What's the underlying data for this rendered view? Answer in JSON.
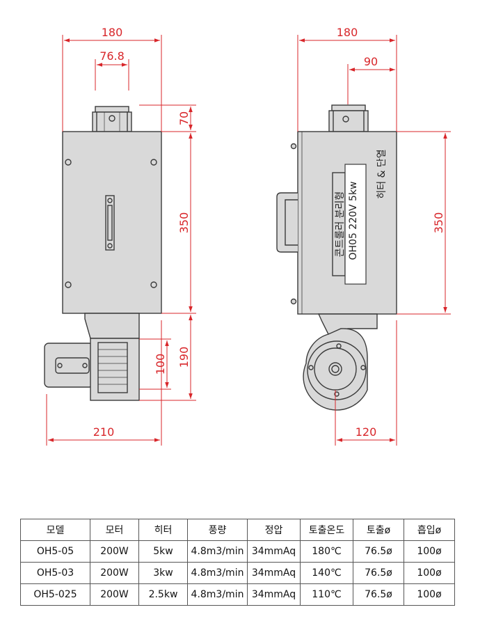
{
  "front_view": {
    "dim_width": "180",
    "dim_outlet": "76.8",
    "dim_outlet_height": "70",
    "dim_body_height": "350",
    "dim_motor_height": "190",
    "dim_motor_inner": "100",
    "dim_total_width": "210"
  },
  "side_view": {
    "dim_width": "180",
    "dim_offset": "90",
    "dim_body_height": "350",
    "dim_blower_width": "120",
    "label_model": "OH05 220V 5kw",
    "label_type": "콘트롤러 분리형",
    "label_feature": "히터 & 단열"
  },
  "spec_table": {
    "headers": [
      "모델",
      "모터",
      "히터",
      "풍량",
      "정압",
      "토출온도",
      "토출ø",
      "흡입ø"
    ],
    "rows": [
      [
        "OH5-05",
        "200W",
        "5kw",
        "4.8m3/min",
        "34mmAq",
        "180℃",
        "76.5ø",
        "100ø"
      ],
      [
        "OH5-03",
        "200W",
        "3kw",
        "4.8m3/min",
        "34mmAq",
        "140℃",
        "76.5ø",
        "100ø"
      ],
      [
        "OH5-025",
        "200W",
        "2.5kw",
        "4.8m3/min",
        "34mmAq",
        "110℃",
        "76.5ø",
        "100ø"
      ]
    ]
  }
}
